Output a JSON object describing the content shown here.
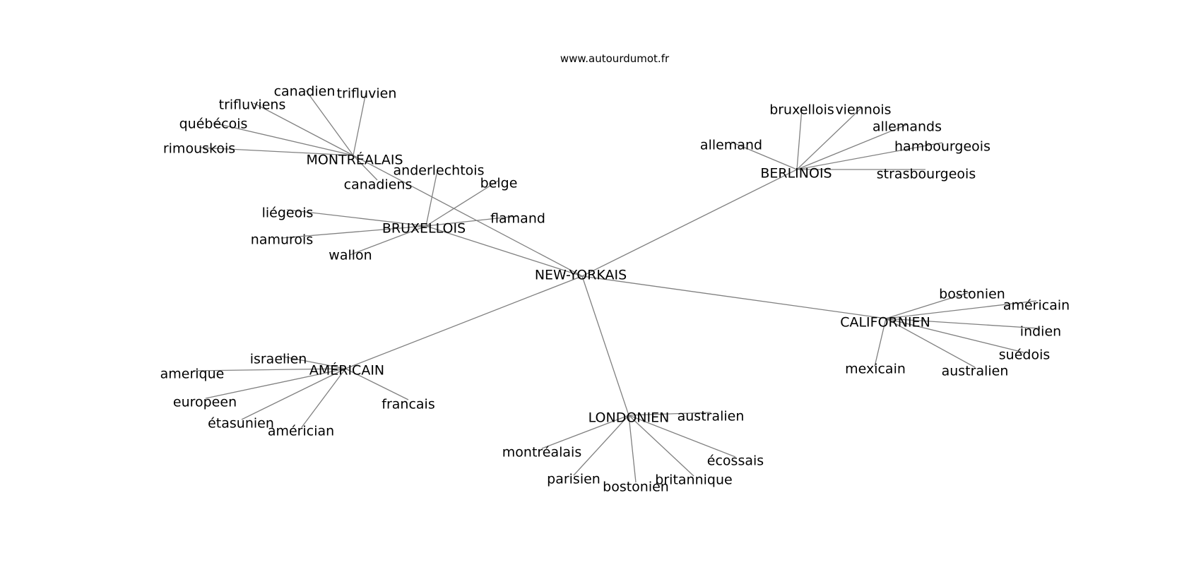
{
  "site": "www.autourdumot.fr",
  "center": "NEW-YORKAIS",
  "hubs": [
    {
      "id": "montrealais",
      "label": "MONTRÉALAIS",
      "leaves": [
        "canadien",
        "trifluvien",
        "trifluviens",
        "québécois",
        "rimouskois",
        "canadiens"
      ]
    },
    {
      "id": "bruxellois",
      "label": "BRUXELLOIS",
      "leaves": [
        "anderlechtois",
        "belge",
        "flamand",
        "liégeois",
        "namurois",
        "wallon"
      ]
    },
    {
      "id": "berlinois",
      "label": "BERLINOIS",
      "leaves": [
        "bruxellois",
        "viennois",
        "allemands",
        "allemand",
        "hambourgeois",
        "strasbourgeois"
      ]
    },
    {
      "id": "californien",
      "label": "CALIFORNIEN",
      "leaves": [
        "bostonien",
        "américain",
        "indien",
        "suédois",
        "australien",
        "mexicain"
      ]
    },
    {
      "id": "americain",
      "label": "AMÉRICAIN",
      "leaves": [
        "israelien",
        "amerique",
        "europeen",
        "étasunien",
        "américian",
        "francais"
      ]
    },
    {
      "id": "londonien",
      "label": "LONDONIEN",
      "leaves": [
        "australien",
        "montréalais",
        "parisien",
        "bostonien",
        "britannique",
        "écossais"
      ]
    }
  ]
}
